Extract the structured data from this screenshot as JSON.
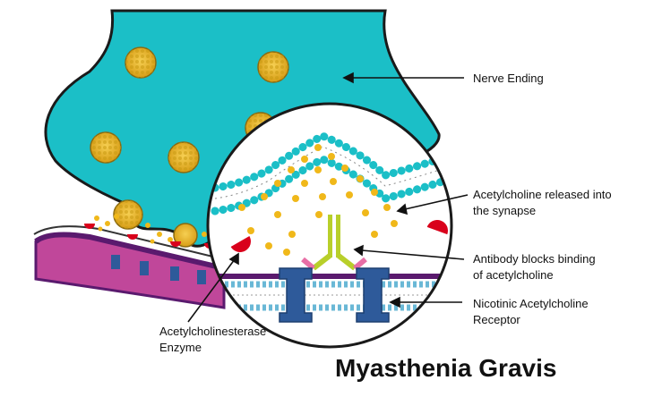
{
  "title": "Myasthenia Gravis",
  "labels": {
    "nerve_ending": "Nerve Ending",
    "ach_released_line1": "Acetylcholine released into",
    "ach_released_line2": "the synapse",
    "antibody_line1": "Antibody blocks binding",
    "antibody_line2": "of acetylcholine",
    "receptor_line1": "Nicotinic Acetylcholine",
    "receptor_line2": "Receptor",
    "enzyme_line1": "Acetylcholinesterase",
    "enzyme_line2": "Enzyme"
  },
  "colors": {
    "nerve_terminal": "#1bbfc7",
    "vesicle": "#e7b625",
    "acetylcholine": "#f0b81a",
    "enzyme": "#d9001b",
    "muscle": "#c0479a",
    "membrane_dark": "#5a1a6e",
    "receptor": "#2e5a9a",
    "antibody_stem": "#b8cf2a",
    "antibody_arm": "#e86fa6"
  }
}
